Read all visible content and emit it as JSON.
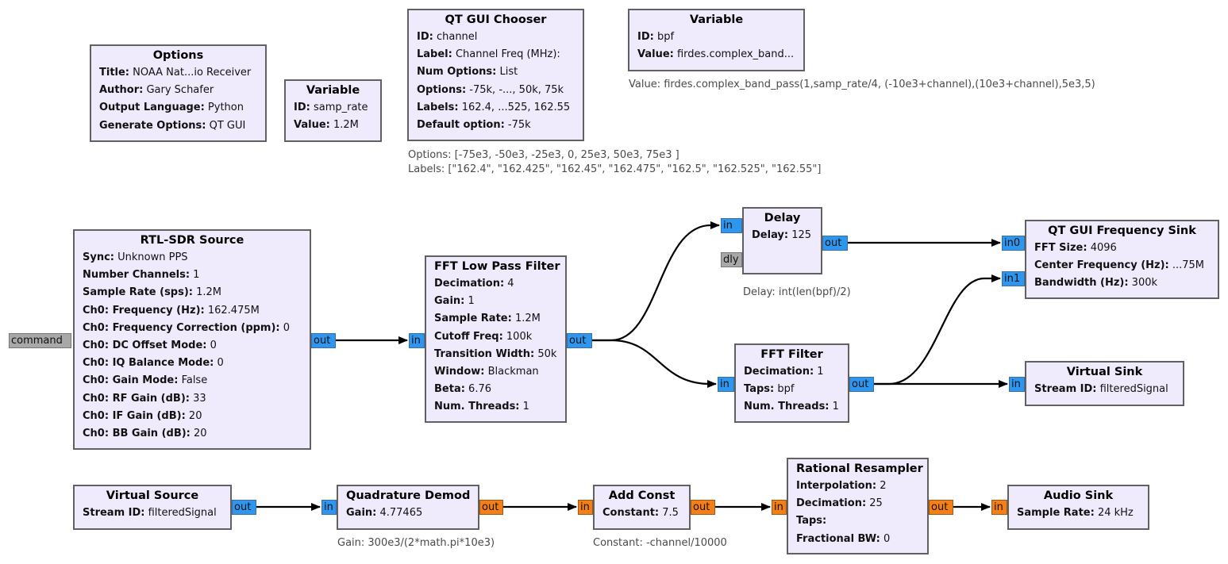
{
  "blocks": {
    "options": {
      "title": "Options",
      "params": [
        [
          "Title:",
          "NOAA Nat...io Receiver"
        ],
        [
          "Author:",
          "Gary Schafer"
        ],
        [
          "Output Language:",
          "Python"
        ],
        [
          "Generate Options:",
          "QT GUI"
        ]
      ]
    },
    "var_samp_rate": {
      "title": "Variable",
      "params": [
        [
          "ID:",
          "samp_rate"
        ],
        [
          "Value:",
          "1.2M"
        ]
      ]
    },
    "chooser": {
      "title": "QT GUI Chooser",
      "params": [
        [
          "ID:",
          "channel"
        ],
        [
          "Label:",
          "Channel Freq (MHz):"
        ],
        [
          "Num Options:",
          "List"
        ],
        [
          "Options:",
          "-75k, -..., 50k, 75k"
        ],
        [
          "Labels:",
          "162.4, ...525, 162.55"
        ],
        [
          "Default option:",
          "-75k"
        ]
      ]
    },
    "var_bpf": {
      "title": "Variable",
      "params": [
        [
          "ID:",
          "bpf"
        ],
        [
          "Value:",
          "firdes.complex_band..."
        ]
      ]
    },
    "rtl": {
      "title": "RTL-SDR Source",
      "params": [
        [
          "Sync:",
          "Unknown PPS"
        ],
        [
          "Number Channels:",
          "1"
        ],
        [
          "Sample Rate (sps):",
          "1.2M"
        ],
        [
          "Ch0: Frequency (Hz):",
          "162.475M"
        ],
        [
          "Ch0: Frequency Correction (ppm):",
          "0"
        ],
        [
          "Ch0: DC Offset Mode:",
          "0"
        ],
        [
          "Ch0: IQ Balance Mode:",
          "0"
        ],
        [
          "Ch0: Gain Mode:",
          "False"
        ],
        [
          "Ch0: RF Gain (dB):",
          "33"
        ],
        [
          "Ch0: IF Gain (dB):",
          "20"
        ],
        [
          "Ch0: BB Gain (dB):",
          "20"
        ]
      ]
    },
    "lpf": {
      "title": "FFT Low Pass Filter",
      "params": [
        [
          "Decimation:",
          "4"
        ],
        [
          "Gain:",
          "1"
        ],
        [
          "Sample Rate:",
          "1.2M"
        ],
        [
          "Cutoff Freq:",
          "100k"
        ],
        [
          "Transition Width:",
          "50k"
        ],
        [
          "Window:",
          "Blackman"
        ],
        [
          "Beta:",
          "6.76"
        ],
        [
          "Num. Threads:",
          "1"
        ]
      ]
    },
    "delay": {
      "title": "Delay",
      "params": [
        [
          "Delay:",
          "125"
        ]
      ]
    },
    "fftf": {
      "title": "FFT Filter",
      "params": [
        [
          "Decimation:",
          "1"
        ],
        [
          "Taps:",
          "bpf"
        ],
        [
          "Num. Threads:",
          "1"
        ]
      ]
    },
    "freqsink": {
      "title": "QT GUI Frequency Sink",
      "params": [
        [
          "FFT Size:",
          "4096"
        ],
        [
          "Center Frequency (Hz):",
          "...75M"
        ],
        [
          "Bandwidth (Hz):",
          "300k"
        ]
      ]
    },
    "vsink": {
      "title": "Virtual Sink",
      "params": [
        [
          "Stream ID:",
          "filteredSignal"
        ]
      ]
    },
    "vsrc": {
      "title": "Virtual Source",
      "params": [
        [
          "Stream ID:",
          "filteredSignal"
        ]
      ]
    },
    "qdemod": {
      "title": "Quadrature Demod",
      "params": [
        [
          "Gain:",
          "4.77465"
        ]
      ]
    },
    "addconst": {
      "title": "Add Const",
      "params": [
        [
          "Constant:",
          "7.5"
        ]
      ]
    },
    "resamp": {
      "title": "Rational Resampler",
      "params": [
        [
          "Interpolation:",
          "2"
        ],
        [
          "Decimation:",
          "25"
        ],
        [
          "Taps:",
          ""
        ],
        [
          "Fractional BW:",
          "0"
        ]
      ]
    },
    "audio": {
      "title": "Audio Sink",
      "params": [
        [
          "Sample Rate:",
          "24 kHz"
        ]
      ]
    }
  },
  "ports": {
    "command": "command",
    "out": "out",
    "in": "in",
    "dly": "dly",
    "in0": "in0",
    "in1": "in1"
  },
  "port_colors": {
    "complex": "#2f96f0",
    "float": "#f57f17",
    "message": "#a8a8a8"
  },
  "notes": {
    "bpf_value": "Value: firdes.complex_band_pass(1,samp_rate/4, (-10e3+channel),(10e3+channel),5e3,5)",
    "chooser_options": "Options: [-75e3, -50e3, -25e3, 0, 25e3, 50e3, 75e3 ]",
    "chooser_labels": "Labels: [\"162.4\", \"162.425\", \"162.45\", \"162.475\", \"162.5\", \"162.525\", \"162.55\"]",
    "delay_expr": "Delay: int(len(bpf)/2)",
    "gain_expr": "Gain: 300e3/(2*math.pi*10e3)",
    "const_expr": "Constant: -channel/10000"
  }
}
